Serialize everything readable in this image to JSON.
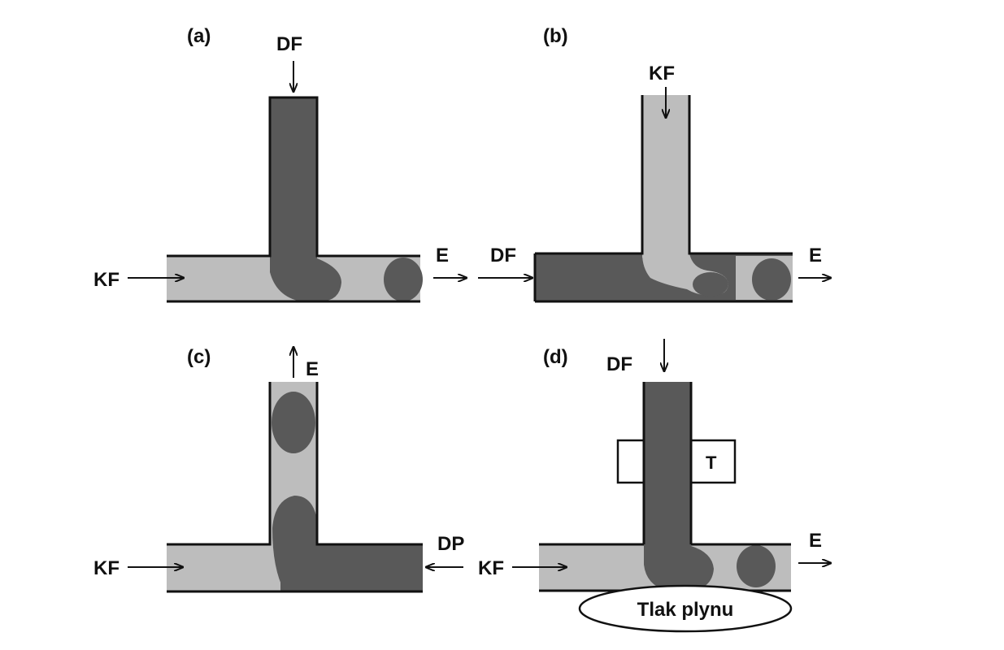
{
  "colors": {
    "continuous_phase": "#bdbdbd",
    "dispersed_phase": "#595959",
    "wall": "#111111",
    "background": "#ffffff"
  },
  "panels": {
    "a": {
      "label": "(a)",
      "top_inlet": "DF",
      "left_inlet": "KF",
      "outlet": "E"
    },
    "b": {
      "label": "(b)",
      "top_inlet": "KF",
      "left_inlet": "DF",
      "outlet": "E"
    },
    "c": {
      "label": "(c)",
      "top_outlet": "E",
      "left_inlet": "KF",
      "right_inlet": "DP"
    },
    "d": {
      "label": "(d)",
      "top_inlet": "DF",
      "left_inlet": "KF",
      "outlet": "E",
      "box_label": "T",
      "ellipse_label": "Tlak plynu"
    }
  }
}
